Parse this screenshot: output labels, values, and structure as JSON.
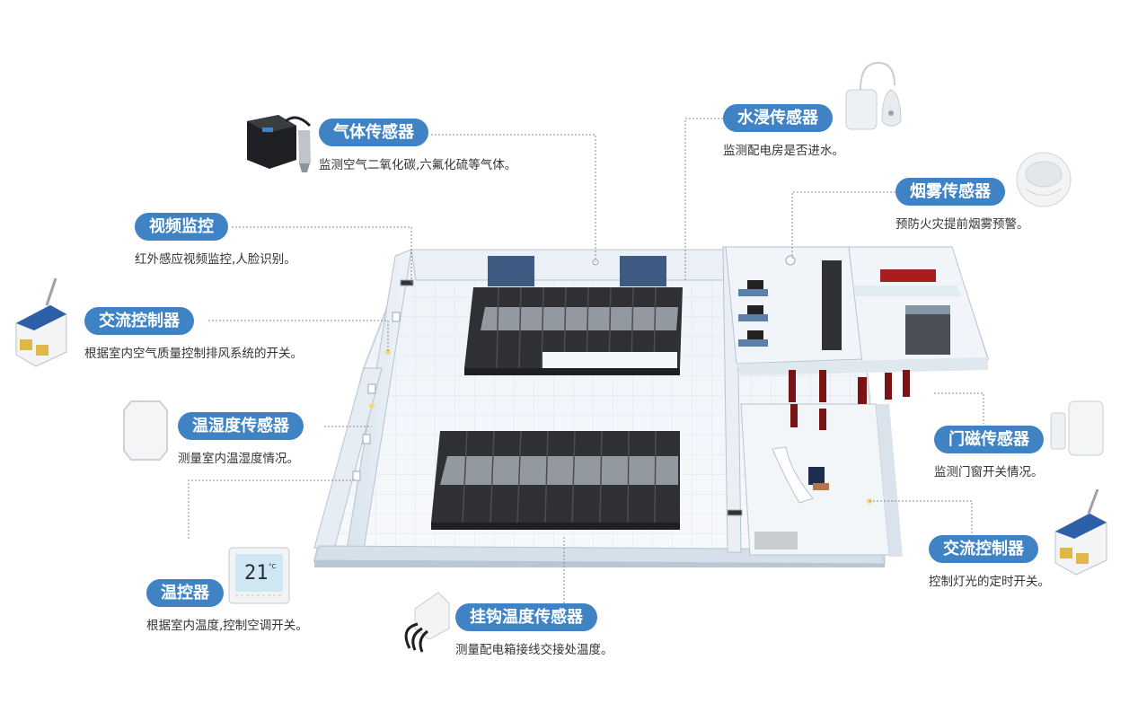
{
  "colors": {
    "pill": "#3f83c4",
    "leader": "#8a8a8a",
    "wall": "#e3ebf3",
    "floor": "#f4f7fa",
    "rack": "#2f3134",
    "cabinet_red": "#7a1414"
  },
  "labels": [
    {
      "id": "gas-sensor",
      "title": "气体传感器",
      "desc": "监测空气二氧化碳,六氟化硫等气体。"
    },
    {
      "id": "water-sensor",
      "title": "水浸传感器",
      "desc": "监测配电房是否进水。"
    },
    {
      "id": "smoke-sensor",
      "title": "烟雾传感器",
      "desc": "预防火灾提前烟雾预警。"
    },
    {
      "id": "video-monitor",
      "title": "视频监控",
      "desc": "红外感应视频监控,人脸识别。"
    },
    {
      "id": "ac-controller-left",
      "title": "交流控制器",
      "desc": "根据室内空气质量控制排风系统的开关。"
    },
    {
      "id": "temp-humidity-sensor",
      "title": "温湿度传感器",
      "desc": "测量室内温湿度情况。"
    },
    {
      "id": "door-sensor",
      "title": "门磁传感器",
      "desc": "监测门窗开关情况。"
    },
    {
      "id": "ac-controller-right",
      "title": "交流控制器",
      "desc": "控制灯光的定时开关。"
    },
    {
      "id": "thermostat",
      "title": "温控器",
      "desc": "根据室内温度,控制空调开关。"
    },
    {
      "id": "hook-temp-sensor",
      "title": "挂钩温度传感器",
      "desc": "测量配电箱接线交接处温度。"
    }
  ],
  "thermostat_display": {
    "value": "21",
    "unit": "°C"
  }
}
